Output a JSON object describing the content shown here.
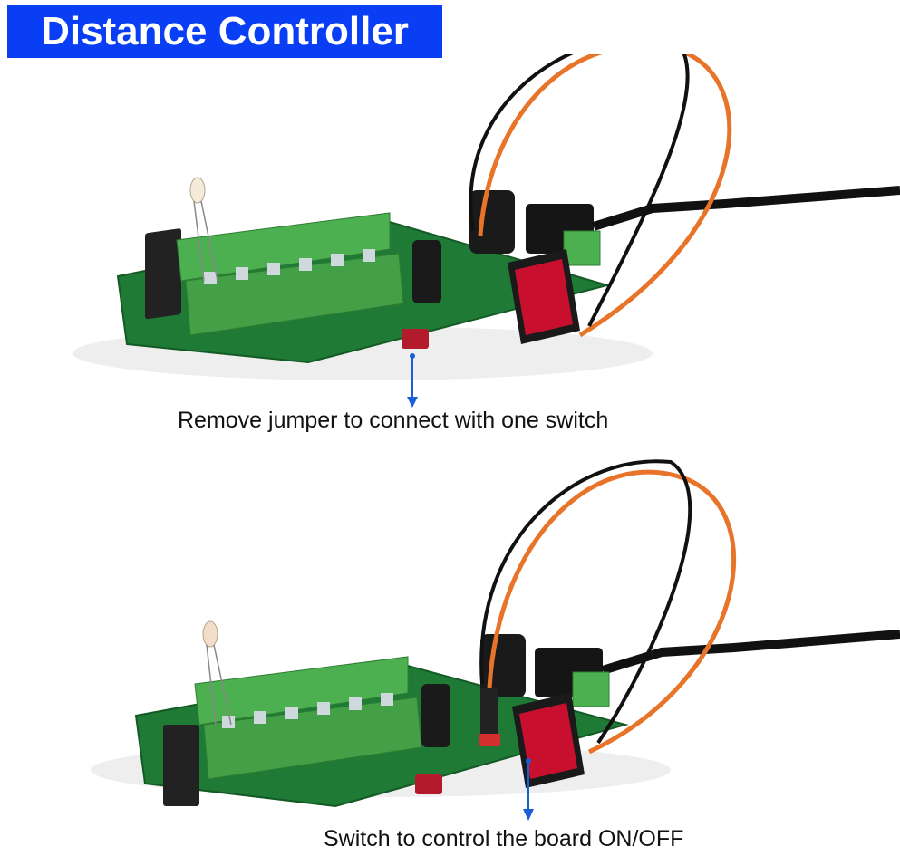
{
  "title": "Distance Controller",
  "captions": {
    "remove_jumper": "Remove jumper to connect with one switch",
    "switch_control": "Switch to control the board ON/OFF"
  },
  "colors": {
    "banner": "#0a3ef5",
    "pcb": "#1f7a35",
    "terminal": "#4caf50",
    "wire_orange": "#e8742a",
    "wire_black": "#111111",
    "switch_red": "#c8102e",
    "jumper_red": "#b31b2c",
    "arrow_blue": "#1a5fd6"
  }
}
